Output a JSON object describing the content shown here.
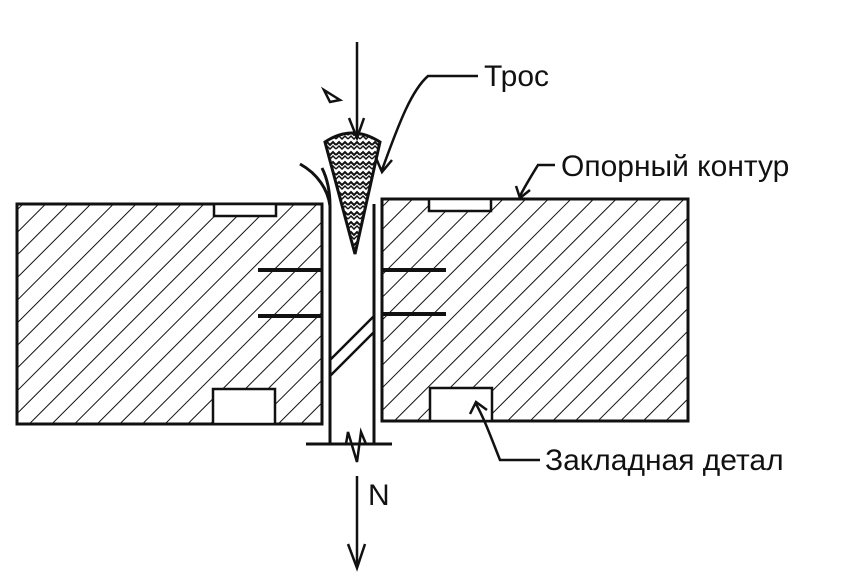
{
  "labels": {
    "cable": "Трос",
    "support_contour": "Опорный контур",
    "embedded_part": "Закладная детал",
    "force": "N"
  },
  "colors": {
    "ink": "#111111",
    "background": "#ffffff"
  }
}
